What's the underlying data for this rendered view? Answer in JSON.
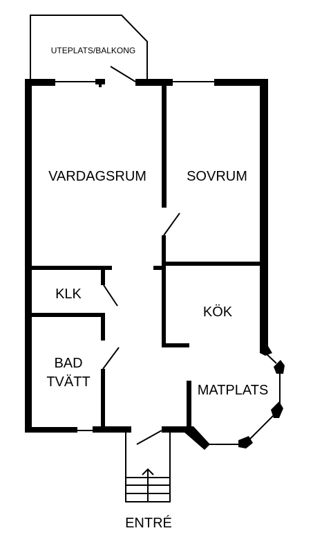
{
  "floorplan": {
    "rooms": {
      "balcony": "UTEPLATS/BALKONG",
      "living": "VARDAGSRUM",
      "bedroom": "SOVRUM",
      "closet": "KLK",
      "kitchen": "KÖK",
      "bath_line1": "BAD",
      "bath_line2": "TVÄTT",
      "dining": "MATPLATS",
      "entrance": "ENTRÉ"
    },
    "colors": {
      "wall": "#000000",
      "background": "#ffffff"
    }
  }
}
